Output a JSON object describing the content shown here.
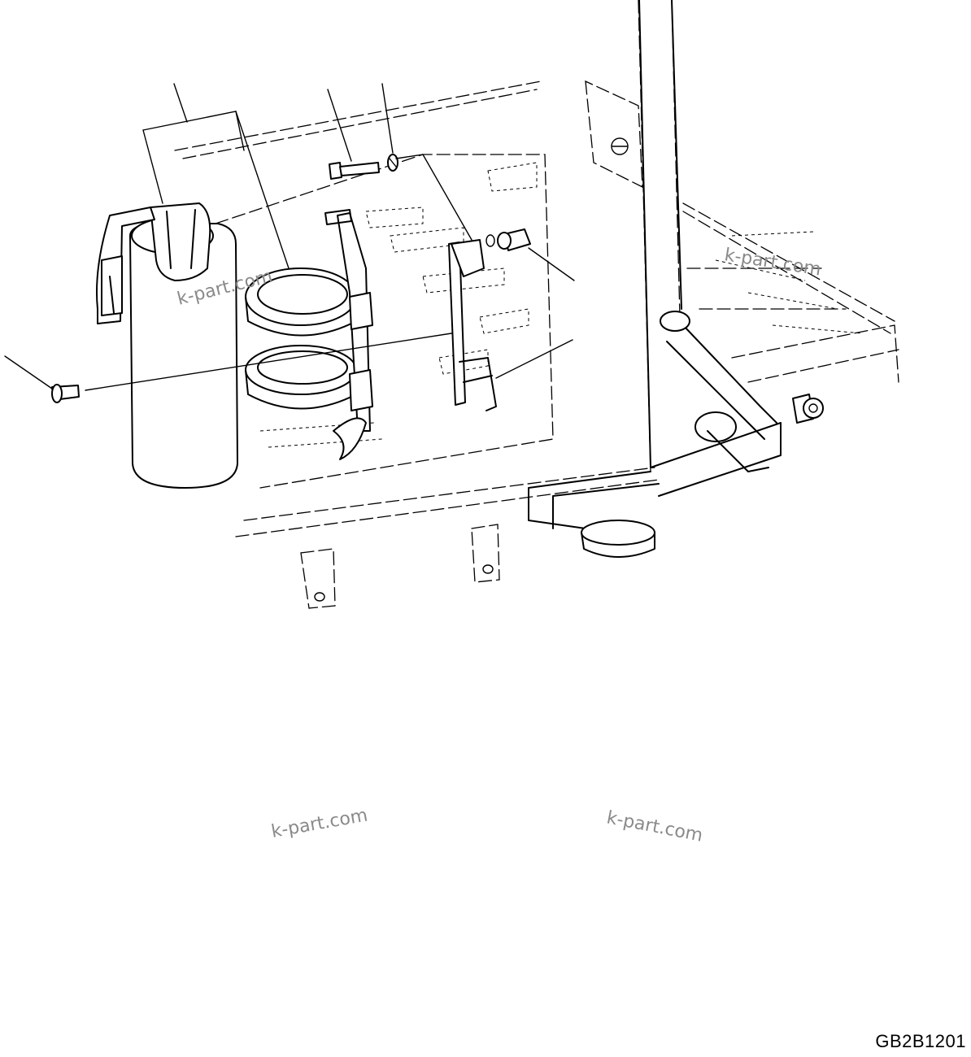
{
  "figure": {
    "drawing_code": "GB2B1201",
    "watermarks": [
      "k-part.com",
      "k-part.com",
      "k-part.com",
      "k-part.com"
    ]
  }
}
